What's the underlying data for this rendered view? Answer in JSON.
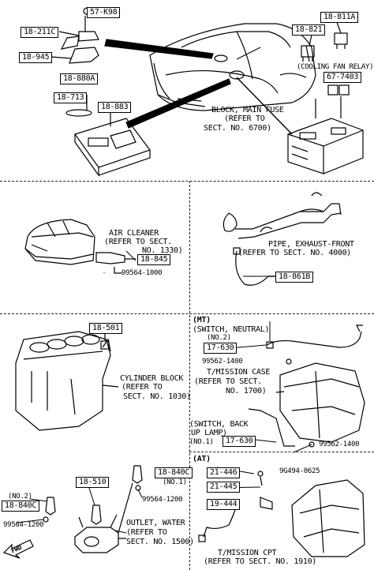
{
  "top": {
    "parts": {
      "p57k98": "57-K98",
      "p18211c": "18-211C",
      "p18945": "18-945",
      "p18880a": "18-880A",
      "p18713": "18-713",
      "p18883": "18-883",
      "p18821": "18-821",
      "p18811a": "18-811A",
      "p677403": "67-7403"
    },
    "cooling_fan_relay": "(COOLING FAN RELAY)",
    "block_main_fuse": [
      "BLOCK, MAIN FUSE",
      "(REFER TO",
      "SECT. NO. 6700)"
    ]
  },
  "air_cleaner": {
    "label": [
      "AIR CLEANER",
      "(REFER TO SECT.",
      "NO. 1330)"
    ],
    "part": "18-845",
    "sub": "99564-1000"
  },
  "exhaust": {
    "label": [
      "PIPE, EXHAUST-FRONT",
      "(REFER TO SECT. NO. 4000)"
    ],
    "part": "18-861B"
  },
  "cylinder": {
    "part": "18-501",
    "label": [
      "CYLINDER BLOCK",
      "(REFER TO",
      "SECT. NO. 1030)"
    ]
  },
  "mt": {
    "header": "(MT)",
    "switch_neutral": "(SWITCH, NEUTRAL)",
    "no2": "(NO.2)",
    "part": "17-630",
    "sub1": "99562-1400",
    "case_label": [
      "T/MISSION CASE",
      "(REFER TO SECT.",
      "NO. 1700)"
    ],
    "switch_back": [
      "(SWITCH, BACK",
      "UP LAMP)"
    ],
    "no1": "(NO.1)",
    "part2": "17-630",
    "sub2": "99562-1400"
  },
  "water": {
    "no2": "(NO.2)",
    "part_left": "18-840C",
    "sub_left": "99564-1200",
    "part_mid": "18-510",
    "part_right": "18-840C",
    "no1": "(NO.1)",
    "sub_right": "99564-1200",
    "label": [
      "OUTLET, WATER",
      "(REFER TO",
      "SECT. NO. 1500)"
    ],
    "fwd": "FWD"
  },
  "at": {
    "header": "(AT)",
    "part1": "21-446",
    "sub1": "9G494-0625",
    "part2": "21-445",
    "part3": "19-444",
    "label": [
      "T/MISSION CPT",
      "(REFER TO SECT. NO. 1910)"
    ]
  }
}
